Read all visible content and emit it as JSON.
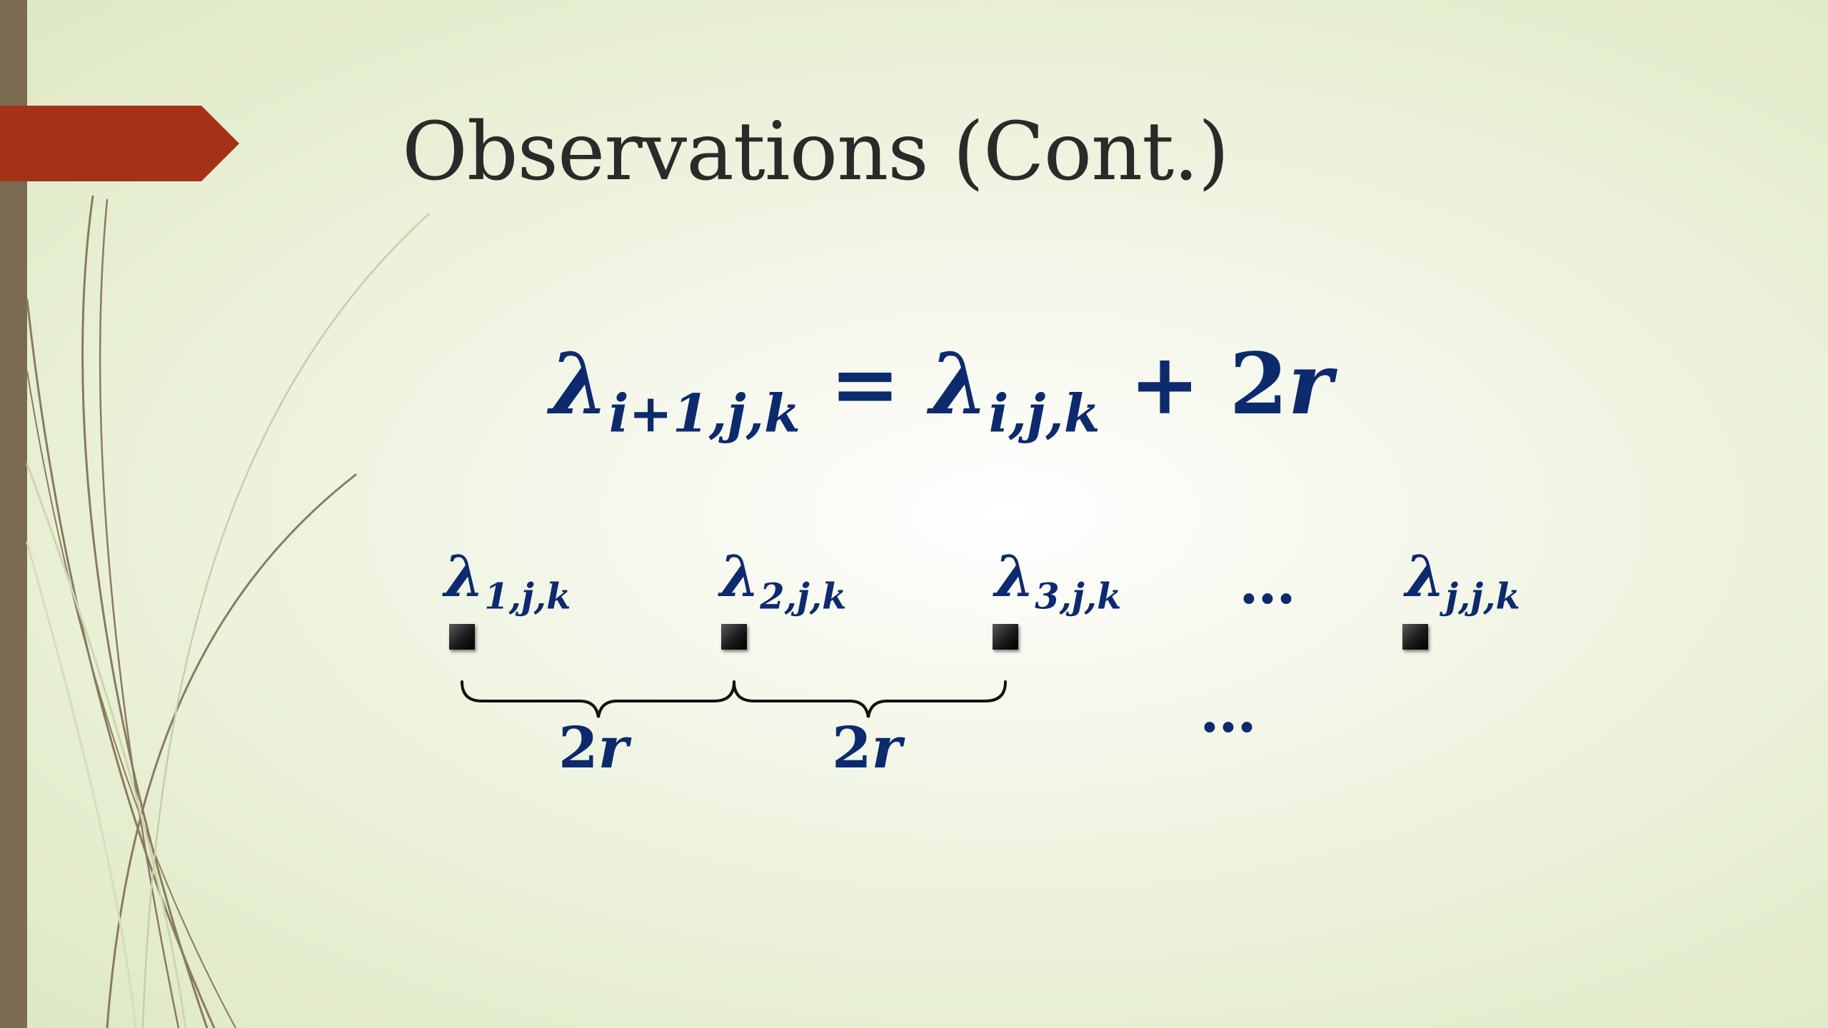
{
  "slide": {
    "title": "Observations (Cont.)",
    "equation": {
      "lhs_symbol": "λ",
      "lhs_sub": "i+1,j,k",
      "equals": "=",
      "rhs_symbol": "λ",
      "rhs_sub": "i,j,k",
      "plus": "+",
      "term_coeff": "2",
      "term_var": "r"
    },
    "points": [
      {
        "symbol": "λ",
        "sub": "1,j,k"
      },
      {
        "symbol": "λ",
        "sub": "2,j,k"
      },
      {
        "symbol": "λ",
        "sub": "3,j,k"
      },
      {
        "symbol": "λ",
        "sub": "j,j,k"
      }
    ],
    "top_ellipsis": "…",
    "gap_labels": [
      {
        "coeff": "2",
        "var": "r"
      },
      {
        "coeff": "2",
        "var": "r"
      }
    ],
    "bottom_ellipsis": "…"
  },
  "colors": {
    "math": "#0d2a6e",
    "accent_arrow": "#a63119",
    "side_bar": "#7a6b52"
  }
}
